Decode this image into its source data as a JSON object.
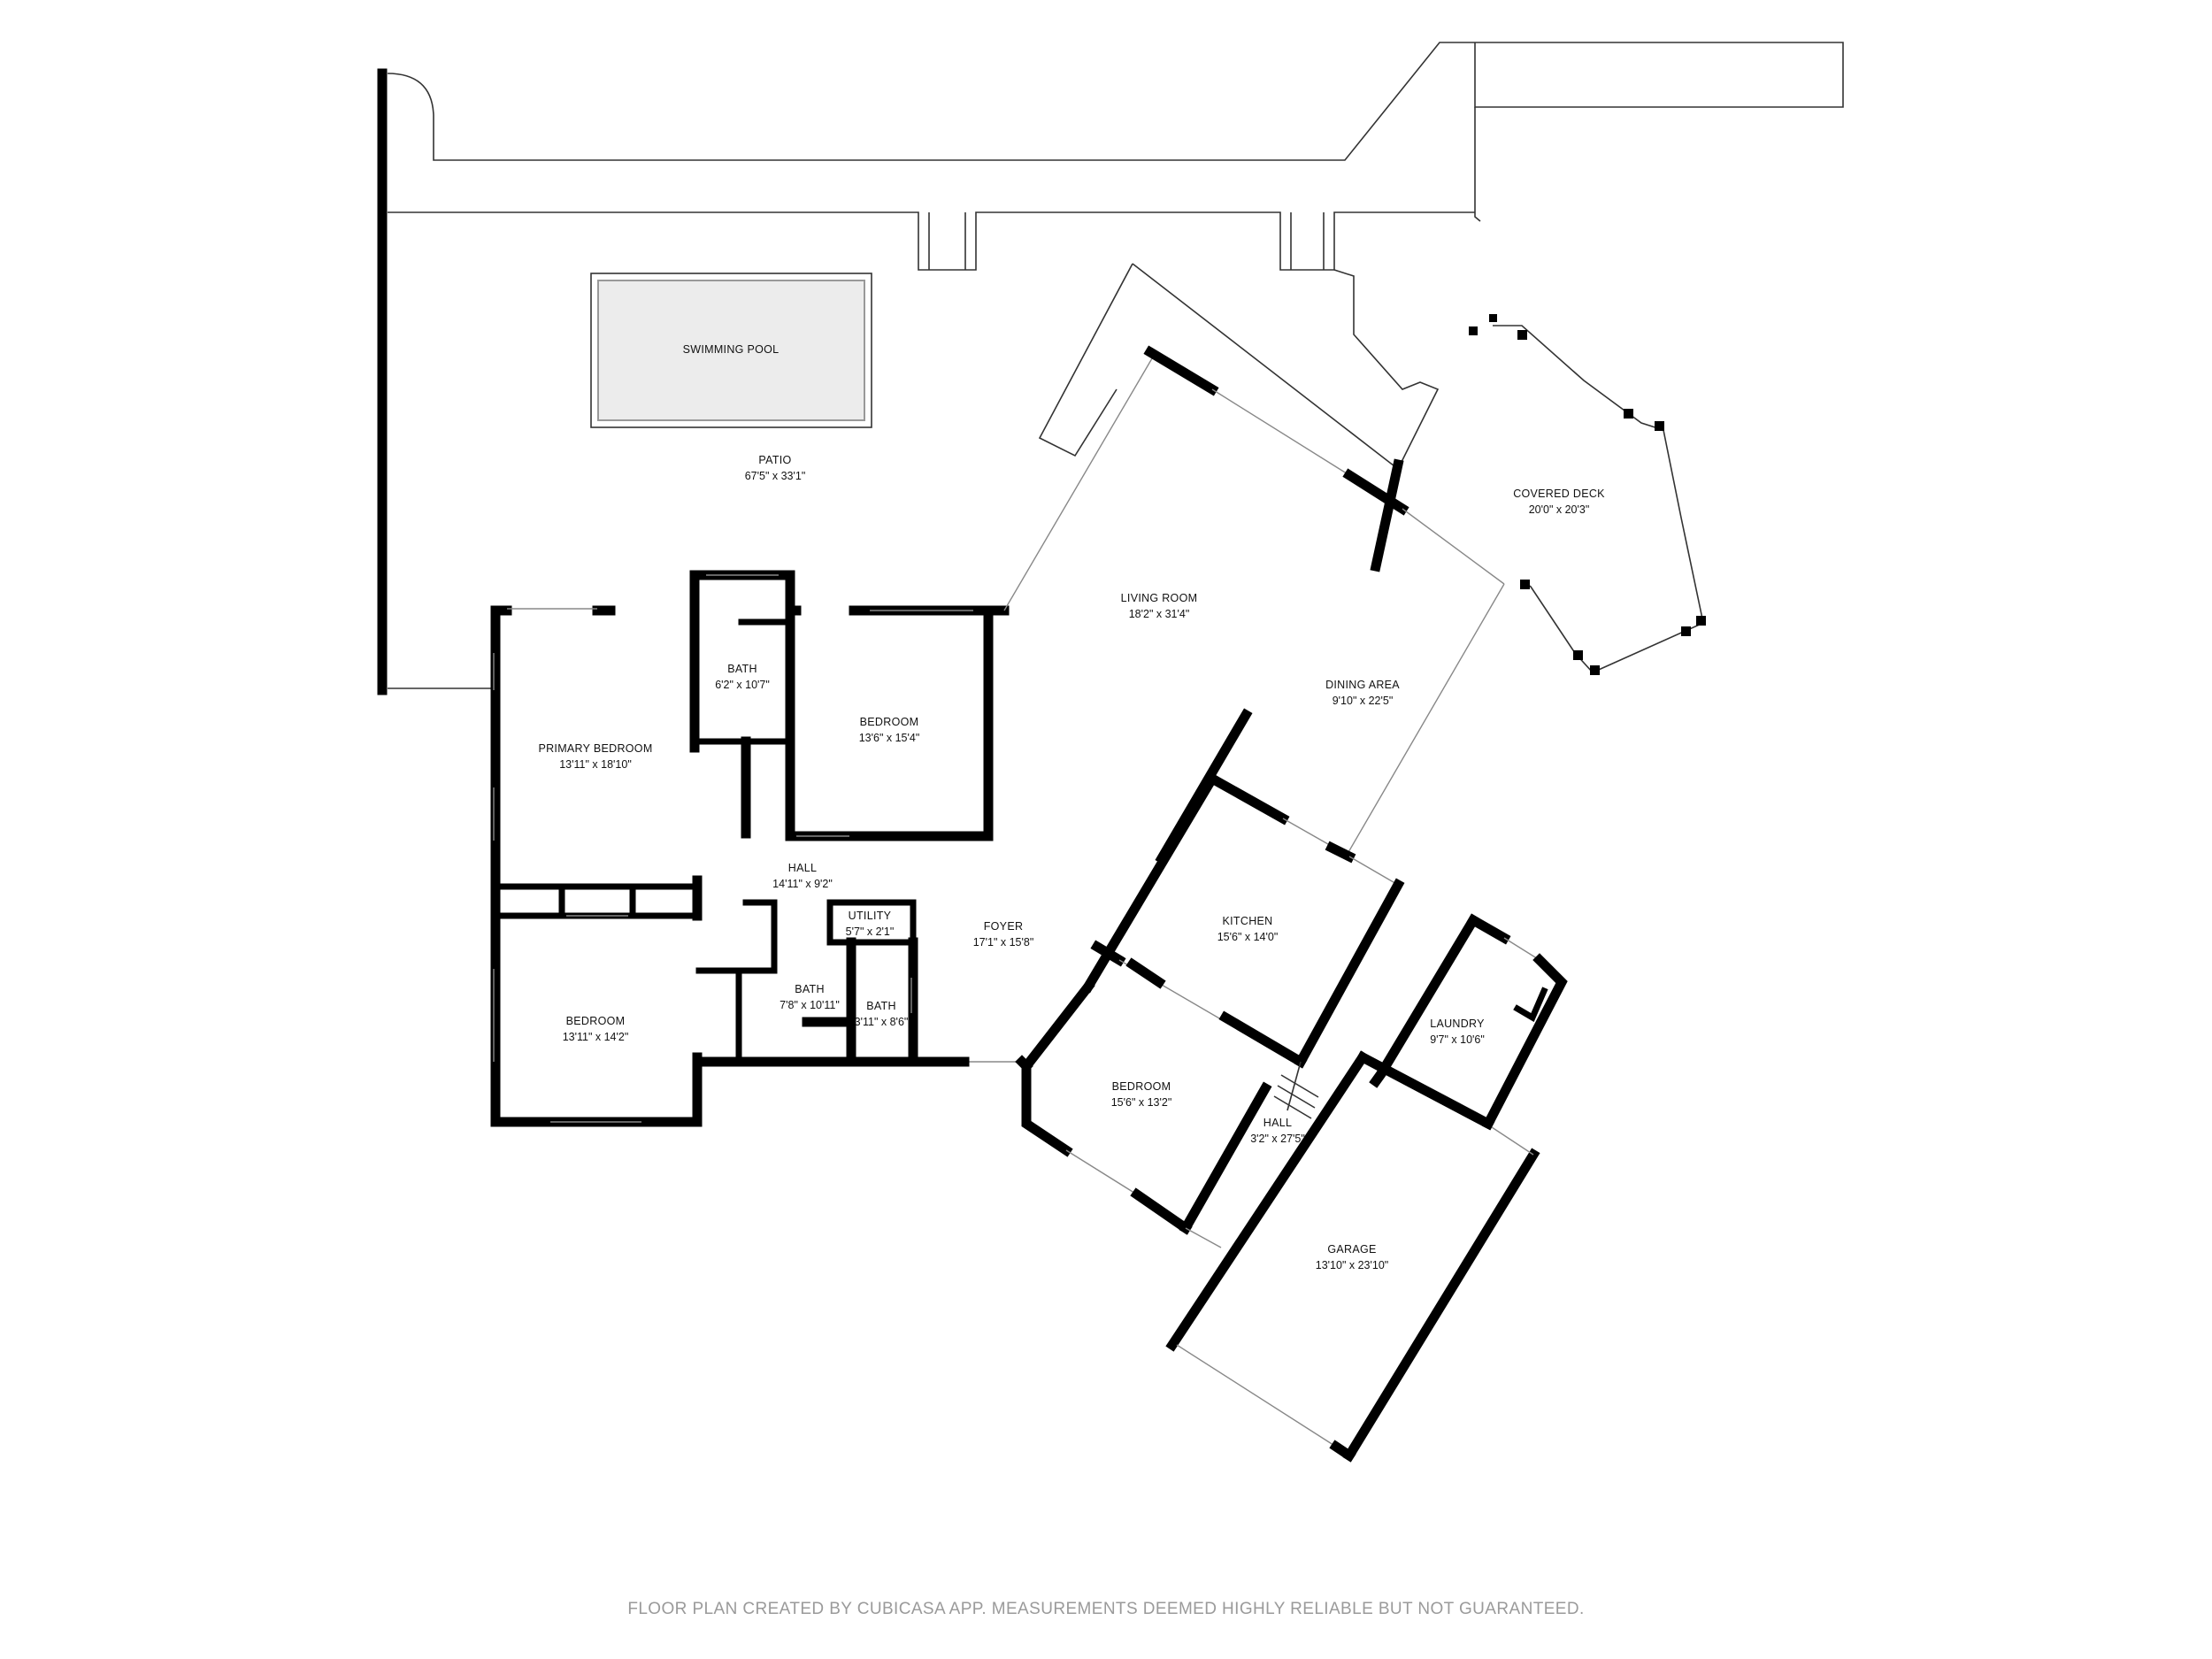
{
  "rooms": {
    "swimming_pool": {
      "name": "SWIMMING POOL"
    },
    "patio": {
      "name": "PATIO",
      "dims": "67'5\" x 33'1\""
    },
    "covered_deck": {
      "name": "COVERED DECK",
      "dims": "20'0\" x 20'3\""
    },
    "living_room": {
      "name": "LIVING ROOM",
      "dims": "18'2\" x 31'4\""
    },
    "dining_area": {
      "name": "DINING AREA",
      "dims": "9'10\" x 22'5\""
    },
    "bath_upper": {
      "name": "BATH",
      "dims": "6'2\" x 10'7\""
    },
    "bedroom_upper": {
      "name": "BEDROOM",
      "dims": "13'6\" x 15'4\""
    },
    "primary_bedroom": {
      "name": "PRIMARY BEDROOM",
      "dims": "13'11\" x 18'10\""
    },
    "hall_main": {
      "name": "HALL",
      "dims": "14'11\" x 9'2\""
    },
    "utility": {
      "name": "UTILITY",
      "dims": "5'7\" x 2'1\""
    },
    "foyer": {
      "name": "FOYER",
      "dims": "17'1\" x 15'8\""
    },
    "kitchen": {
      "name": "KITCHEN",
      "dims": "15'6\" x 14'0\""
    },
    "bedroom_left": {
      "name": "BEDROOM",
      "dims": "13'11\" x 14'2\""
    },
    "bath_mid": {
      "name": "BATH",
      "dims": "7'8\" x 10'11\""
    },
    "bath_small": {
      "name": "BATH",
      "dims": "3'11\" x 8'6\""
    },
    "laundry": {
      "name": "LAUNDRY",
      "dims": "9'7\" x 10'6\""
    },
    "bedroom_lower": {
      "name": "BEDROOM",
      "dims": "15'6\" x 13'2\""
    },
    "hall_lower": {
      "name": "HALL",
      "dims": "3'2\" x 27'5\""
    },
    "garage": {
      "name": "GARAGE",
      "dims": "13'10\" x 23'10\""
    }
  },
  "footer": {
    "disclaimer": "FLOOR PLAN CREATED BY CUBICASA APP. MEASUREMENTS DEEMED HIGHLY RELIABLE BUT NOT GUARANTEED."
  }
}
